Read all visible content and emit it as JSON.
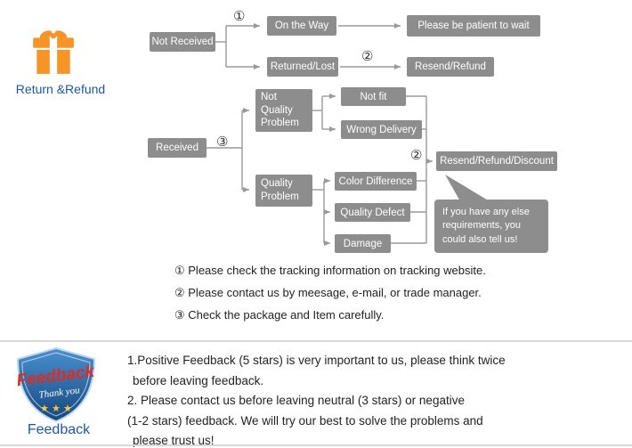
{
  "colors": {
    "box_gray": "#8d8d8d",
    "line_gray": "#999999",
    "label_blue": "#1b57a6",
    "gift_orange": "#f79428",
    "badge_red": "#e02b20",
    "star_gold": "#ffc33c",
    "note_text": "#222222",
    "divider_gray": "#d9d9d9"
  },
  "return_section": {
    "label": "Return &Refund",
    "flow": {
      "not_received": "Not Received",
      "on_the_way": "On the Way",
      "be_patient": "Please be patient to wait",
      "returned_lost": "Returned/Lost",
      "resend_refund": "Resend/Refund",
      "received": "Received",
      "not_quality_problem": "Not Quality Problem",
      "not_fit": "Not fit",
      "wrong_delivery": "Wrong Delivery",
      "quality_problem": "Quality Problem",
      "color_difference": "Color Difference",
      "quality_defect": "Quality Defect",
      "damage": "Damage",
      "resend_refund_discount": "Resend/Refund/Discount",
      "bubble_note": "If you have any else requirements, you could also tell us!"
    },
    "markers": {
      "one": "①",
      "two": "②",
      "three": "③"
    },
    "notes": [
      "① Please check the tracking information on tracking website.",
      "② Please contact us by meesage, e-mail, or trade manager.",
      "③ Check the package and Item carefully."
    ]
  },
  "feedback_section": {
    "label": "Feedback",
    "badge": {
      "title": "Feedback",
      "subtitle": "Thank you",
      "stars": "★ ★ ★"
    },
    "lines": [
      "1.Positive Feedback (5 stars) is very important to us, please think twice",
      "before leaving feedback.",
      "2. Please contact us before leaving neutral (3 stars) or negative",
      "(1-2 stars) feedback. We will try our best to solve the problems and",
      "please trust us!"
    ]
  }
}
